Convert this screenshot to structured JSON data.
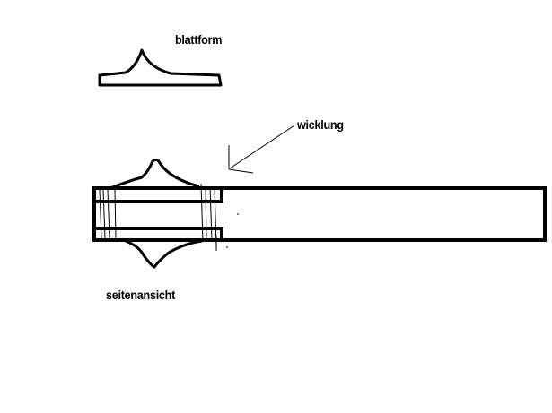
{
  "labels": {
    "leaf_shape": "blattform",
    "winding": "wicklung",
    "side_view": "seitenansicht"
  },
  "colors": {
    "ink": "#000000",
    "background": "#ffffff"
  }
}
